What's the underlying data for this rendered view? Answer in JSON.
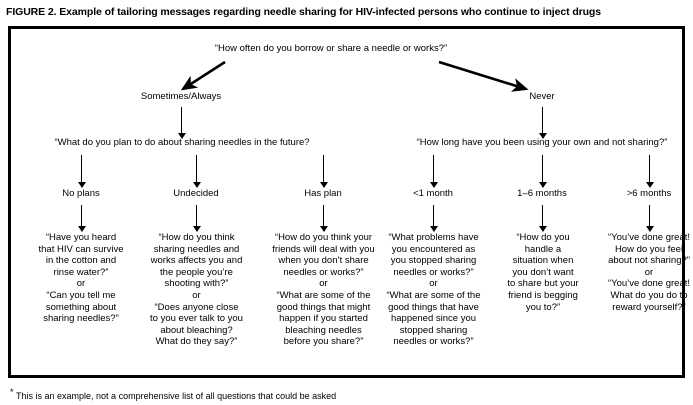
{
  "figure": {
    "title": "FIGURE 2. Example of tailoring messages regarding needle sharing for HIV-infected persons who continue to inject drugs",
    "footnote_mark": "*",
    "footnote": "This is an example, not a comprehensive list of all questions that could be asked"
  },
  "chart_data": {
    "type": "diagram",
    "diagram_kind": "decision-tree-flowchart",
    "title": "Example of tailoring messages regarding needle sharing for HIV-infected persons who continue to inject drugs",
    "root": {
      "id": "root-question",
      "text": "“How often do you borrow or share a needle or works?”"
    },
    "branches": [
      {
        "id": "branch-sometimes-always",
        "label": "Sometimes/Always",
        "question": "“What do you plan to do about sharing needles in the future?",
        "categories": [
          {
            "id": "cat-no-plans",
            "label": "No plans",
            "message": "“Have you heard\nthat HIV can survive\nin the cotton and\nrinse water?”\nor\n“Can you tell me\nsomething about\nsharing needles?”"
          },
          {
            "id": "cat-undecided",
            "label": "Undecided",
            "message": "“How do you think\nsharing needles and\nworks affects you and\nthe people you’re\nshooting with?”\nor\n“Does anyone close\nto you ever talk to you\nabout bleaching?\nWhat do they say?”"
          },
          {
            "id": "cat-has-plan",
            "label": "Has plan",
            "message": "“How do you think your\nfriends will deal with you\nwhen you don’t share\nneedles or works?”\nor\n“What are some of the\ngood things that might\nhappen if you started\nbleaching needles\nbefore you share?”"
          }
        ]
      },
      {
        "id": "branch-never",
        "label": "Never",
        "question": "“How long have you been using your own and not sharing?”",
        "categories": [
          {
            "id": "cat-lt-1-month",
            "label": "<1 month",
            "message": "“What problems have\nyou encountered as\nyou stopped sharing\nneedles or works?”\nor\n“What are some of the\ngood things that have\nhappened since you\nstopped sharing\nneedles or works?”"
          },
          {
            "id": "cat-1-6-months",
            "label": "1–6 months",
            "message": "“How do you\nhandle a\nsituation when\nyou don’t want\nto share but your\nfriend is begging\nyou to?”"
          },
          {
            "id": "cat-gt-6-months",
            "label": ">6 months",
            "message": "“You’ve done great!\nHow do you feel\nabout not sharing?”\nor\n“You’ve done great!\nWhat do you do to\nreward yourself?”"
          }
        ]
      }
    ],
    "connector_style": "vertical-arrows-and-two-diagonal-arrows",
    "colors": {
      "ink": "#000000",
      "background": "#ffffff",
      "frame": "#000000"
    }
  }
}
